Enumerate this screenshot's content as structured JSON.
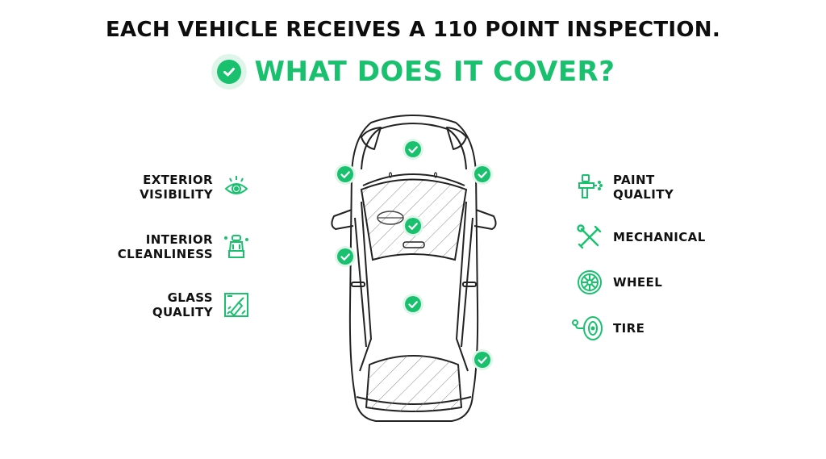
{
  "header": {
    "title": "EACH VEHICLE RECEIVES A 110 POINT INSPECTION.",
    "subtitle": "WHAT DOES IT COVER?"
  },
  "colors": {
    "accent": "#19c16f",
    "accent_light": "#dff5e9",
    "text": "#111111",
    "outline": "#222222"
  },
  "left_features": [
    {
      "label": "EXTERIOR\nVISIBILITY",
      "icon": "eye-icon"
    },
    {
      "label": "INTERIOR\nCLEANLINESS",
      "icon": "car-seat-icon"
    },
    {
      "label": "GLASS\nQUALITY",
      "icon": "glass-cleaning-icon"
    }
  ],
  "right_features": [
    {
      "label": "PAINT\nQUALITY",
      "icon": "spray-gun-icon"
    },
    {
      "label": "MECHANICAL",
      "icon": "wrench-screwdriver-icon"
    },
    {
      "label": "WHEEL",
      "icon": "wheel-rim-icon"
    },
    {
      "label": "TIRE",
      "icon": "tire-pressure-icon"
    }
  ]
}
